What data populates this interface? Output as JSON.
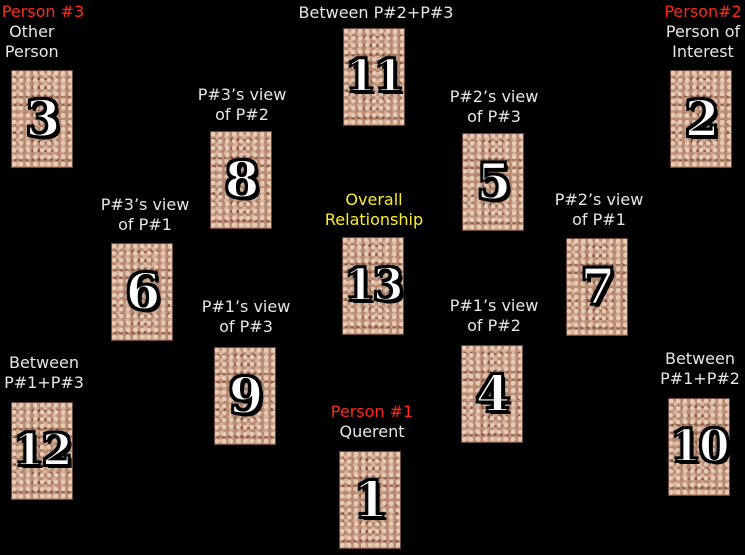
{
  "colors": {
    "background": "#000000",
    "accent_red": "#ff2a1a",
    "accent_yellow": "#ffee22"
  },
  "cards": {
    "c1": "1",
    "c2": "2",
    "c3": "3",
    "c4": "4",
    "c5": "5",
    "c6": "6",
    "c7": "7",
    "c8": "8",
    "c9": "9",
    "c10": "10",
    "c11": "11",
    "c12": "12",
    "c13": "13"
  },
  "labels": {
    "p3_title": "Person #3",
    "p3_sub": "Other Person",
    "p2_title": "Person#2",
    "p2_sub": "Person of Interest",
    "p1_title": "Person #1",
    "p1_sub": "Querent",
    "overall": "Overall Relationship",
    "between_23": "Between P#2+P#3",
    "between_13": "Between P#1+P#3",
    "between_12": "Between P#1+P#2",
    "p3_view_p2": "P#3’s view of P#2",
    "p2_view_p3": "P#2’s view of P#3",
    "p3_view_p1": "P#3’s view of P#1",
    "p2_view_p1": "P#2’s view of P#1",
    "p1_view_p3": "P#1’s view of P#3",
    "p1_view_p2": "P#1’s view of P#2"
  }
}
